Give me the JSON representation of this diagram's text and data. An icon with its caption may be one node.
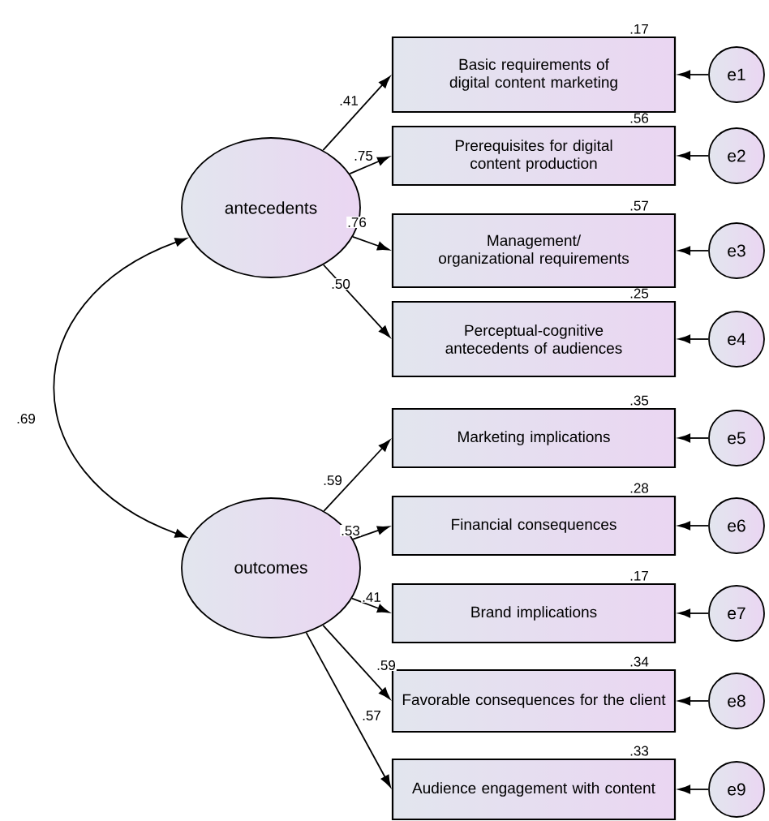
{
  "diagram": {
    "nodes": [
      {
        "text": [
          "antecedents"
        ]
      },
      {
        "text": [
          "outcomes"
        ]
      },
      {
        "text": [
          "Basic requirements of digital content marketing"
        ],
        "beside": [
          ".17"
        ]
      },
      {
        "text": [
          "Prerequisites for digital content production"
        ],
        "beside": [
          ".56"
        ]
      },
      {
        "text": [
          "Management/ organizational requirements"
        ],
        "beside": [
          ".57"
        ]
      },
      {
        "text": [
          "Perceptual-cognitive antecedents of audiences"
        ],
        "beside": [
          ".25"
        ]
      },
      {
        "text": [
          "Marketing implications"
        ],
        "beside": [
          ".35"
        ]
      },
      {
        "text": [
          "Financial consequences"
        ],
        "beside": [
          ".28"
        ]
      },
      {
        "text": [
          "Brand implications"
        ],
        "beside": [
          ".17"
        ]
      },
      {
        "text": [
          "Favorable consequences for the client"
        ],
        "beside": [
          ".34"
        ]
      },
      {
        "text": [
          "Audience engagement with content"
        ],
        "beside": [
          ".33"
        ]
      },
      {
        "text": [
          "e1"
        ]
      },
      {
        "text": [
          "e2"
        ]
      },
      {
        "text": [
          "e3"
        ]
      },
      {
        "text": [
          "e4"
        ]
      },
      {
        "text": [
          "e5"
        ]
      },
      {
        "text": [
          "e6"
        ]
      },
      {
        "text": [
          "e7"
        ]
      },
      {
        "text": [
          "e8"
        ]
      },
      {
        "text": [
          "e9"
        ]
      }
    ],
    "edges": [
      {
        "from": 0,
        "to": 1,
        "arrow": "both",
        "label": ".69"
      },
      {
        "from": 0,
        "to": 2,
        "arrow": "to",
        "label": ".41"
      },
      {
        "from": 0,
        "to": 3,
        "arrow": "to",
        "label": ".75"
      },
      {
        "from": 0,
        "to": 4,
        "arrow": "to",
        "label": ".76"
      },
      {
        "from": 0,
        "to": 5,
        "arrow": "to",
        "label": ".50"
      },
      {
        "from": 1,
        "to": 6,
        "arrow": "to",
        "label": ".59"
      },
      {
        "from": 1,
        "to": 7,
        "arrow": "to",
        "label": ".53"
      },
      {
        "from": 1,
        "to": 8,
        "arrow": "to",
        "label": ".41"
      },
      {
        "from": 1,
        "to": 9,
        "arrow": "to",
        "label": ".59"
      },
      {
        "from": 1,
        "to": 10,
        "arrow": "to",
        "label": ".57"
      },
      {
        "from": 11,
        "to": 2,
        "arrow": "to"
      },
      {
        "from": 12,
        "to": 3,
        "arrow": "to"
      },
      {
        "from": 13,
        "to": 4,
        "arrow": "to"
      },
      {
        "from": 14,
        "to": 5,
        "arrow": "to"
      },
      {
        "from": 15,
        "to": 6,
        "arrow": "to"
      },
      {
        "from": 16,
        "to": 7,
        "arrow": "to"
      },
      {
        "from": 17,
        "to": 8,
        "arrow": "to"
      },
      {
        "from": 18,
        "to": 9,
        "arrow": "to"
      },
      {
        "from": 19,
        "to": 10,
        "arrow": "to"
      }
    ]
  }
}
